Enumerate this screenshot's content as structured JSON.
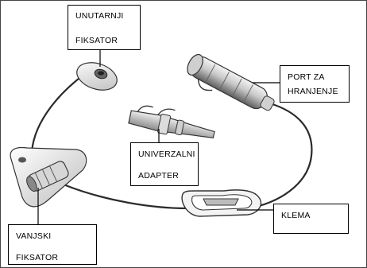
{
  "labels": {
    "internal_fixator": [
      "UNUTARNJI",
      "FIKSATOR"
    ],
    "feeding_port": [
      "PORT ZA",
      "HRANJENJE"
    ],
    "universal_adapter": [
      "UNIVERZALNI",
      "ADAPTER"
    ],
    "clamp": [
      "KLEMA"
    ],
    "external_fixator": [
      "VANJSKI",
      "FIKSATOR"
    ]
  },
  "colors": {
    "outline": "#000000",
    "tube": "#2b2b2b",
    "device_light": "#e8e8e8",
    "device_mid": "#b9b9b9",
    "device_dark": "#555555"
  }
}
